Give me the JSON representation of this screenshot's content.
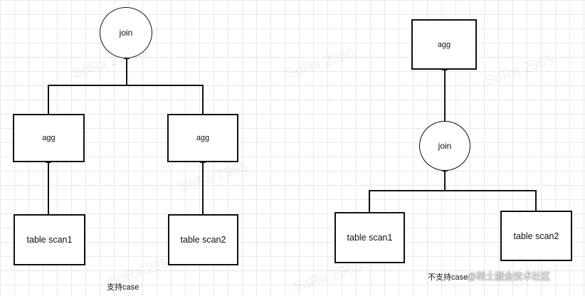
{
  "left_diagram": {
    "root": "join",
    "agg_left": "agg",
    "agg_right": "agg",
    "scan_left": "table scan1",
    "scan_right": "table scan2",
    "caption": "支持case"
  },
  "right_diagram": {
    "root": "agg",
    "join": "join",
    "scan_left": "table scan1",
    "scan_right": "table scan2",
    "caption": "不支持case"
  },
  "watermark_text": "SoRa 2965",
  "credit": "@稀土掘金技术社区",
  "colors": {
    "line": "#111111",
    "grid": "#e8e8e8",
    "background": "#ffffff"
  }
}
